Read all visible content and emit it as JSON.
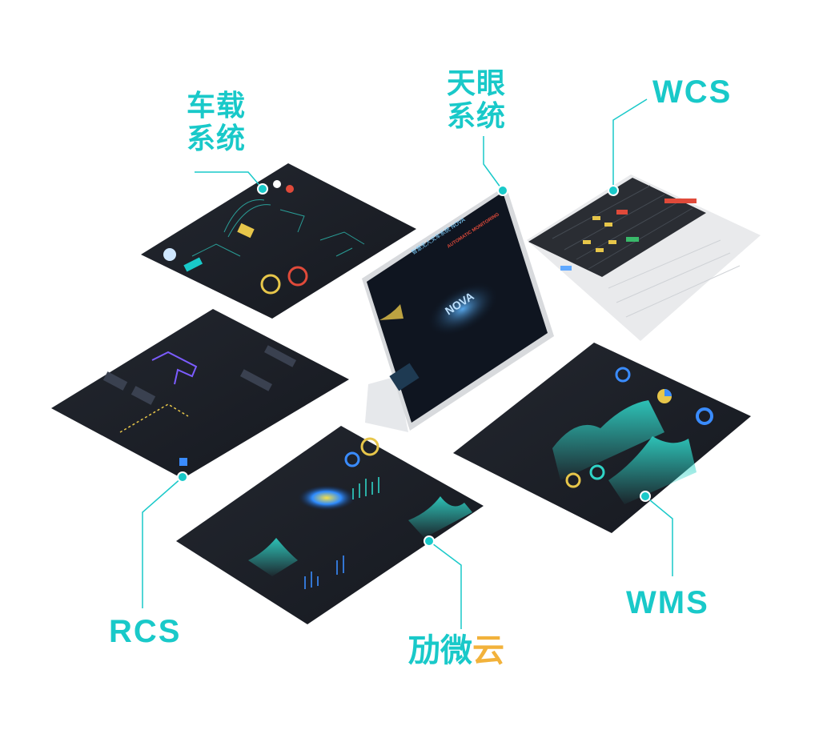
{
  "labels": {
    "chezai_line1": "车载",
    "chezai_line2": "系统",
    "tianyan_line1": "天眼",
    "tianyan_line2": "系统",
    "wcs": "WCS",
    "rcs": "RCS",
    "wms": "WMS",
    "brand_part1": "劢微",
    "brand_part2": "云"
  },
  "tablet": {
    "title": "智慧无人叉车系统 NOVA",
    "center_text": "NOVA",
    "subtitle": "AUTOMATIC MONITORING"
  },
  "colors": {
    "accent": "#19c9c9",
    "brand_yun": "#f2b23b",
    "screen_bg": "#1b1e24",
    "wcs_red": "#e04a3a",
    "wcs_yellow": "#e7c64a",
    "wcs_green": "#39b96a"
  }
}
